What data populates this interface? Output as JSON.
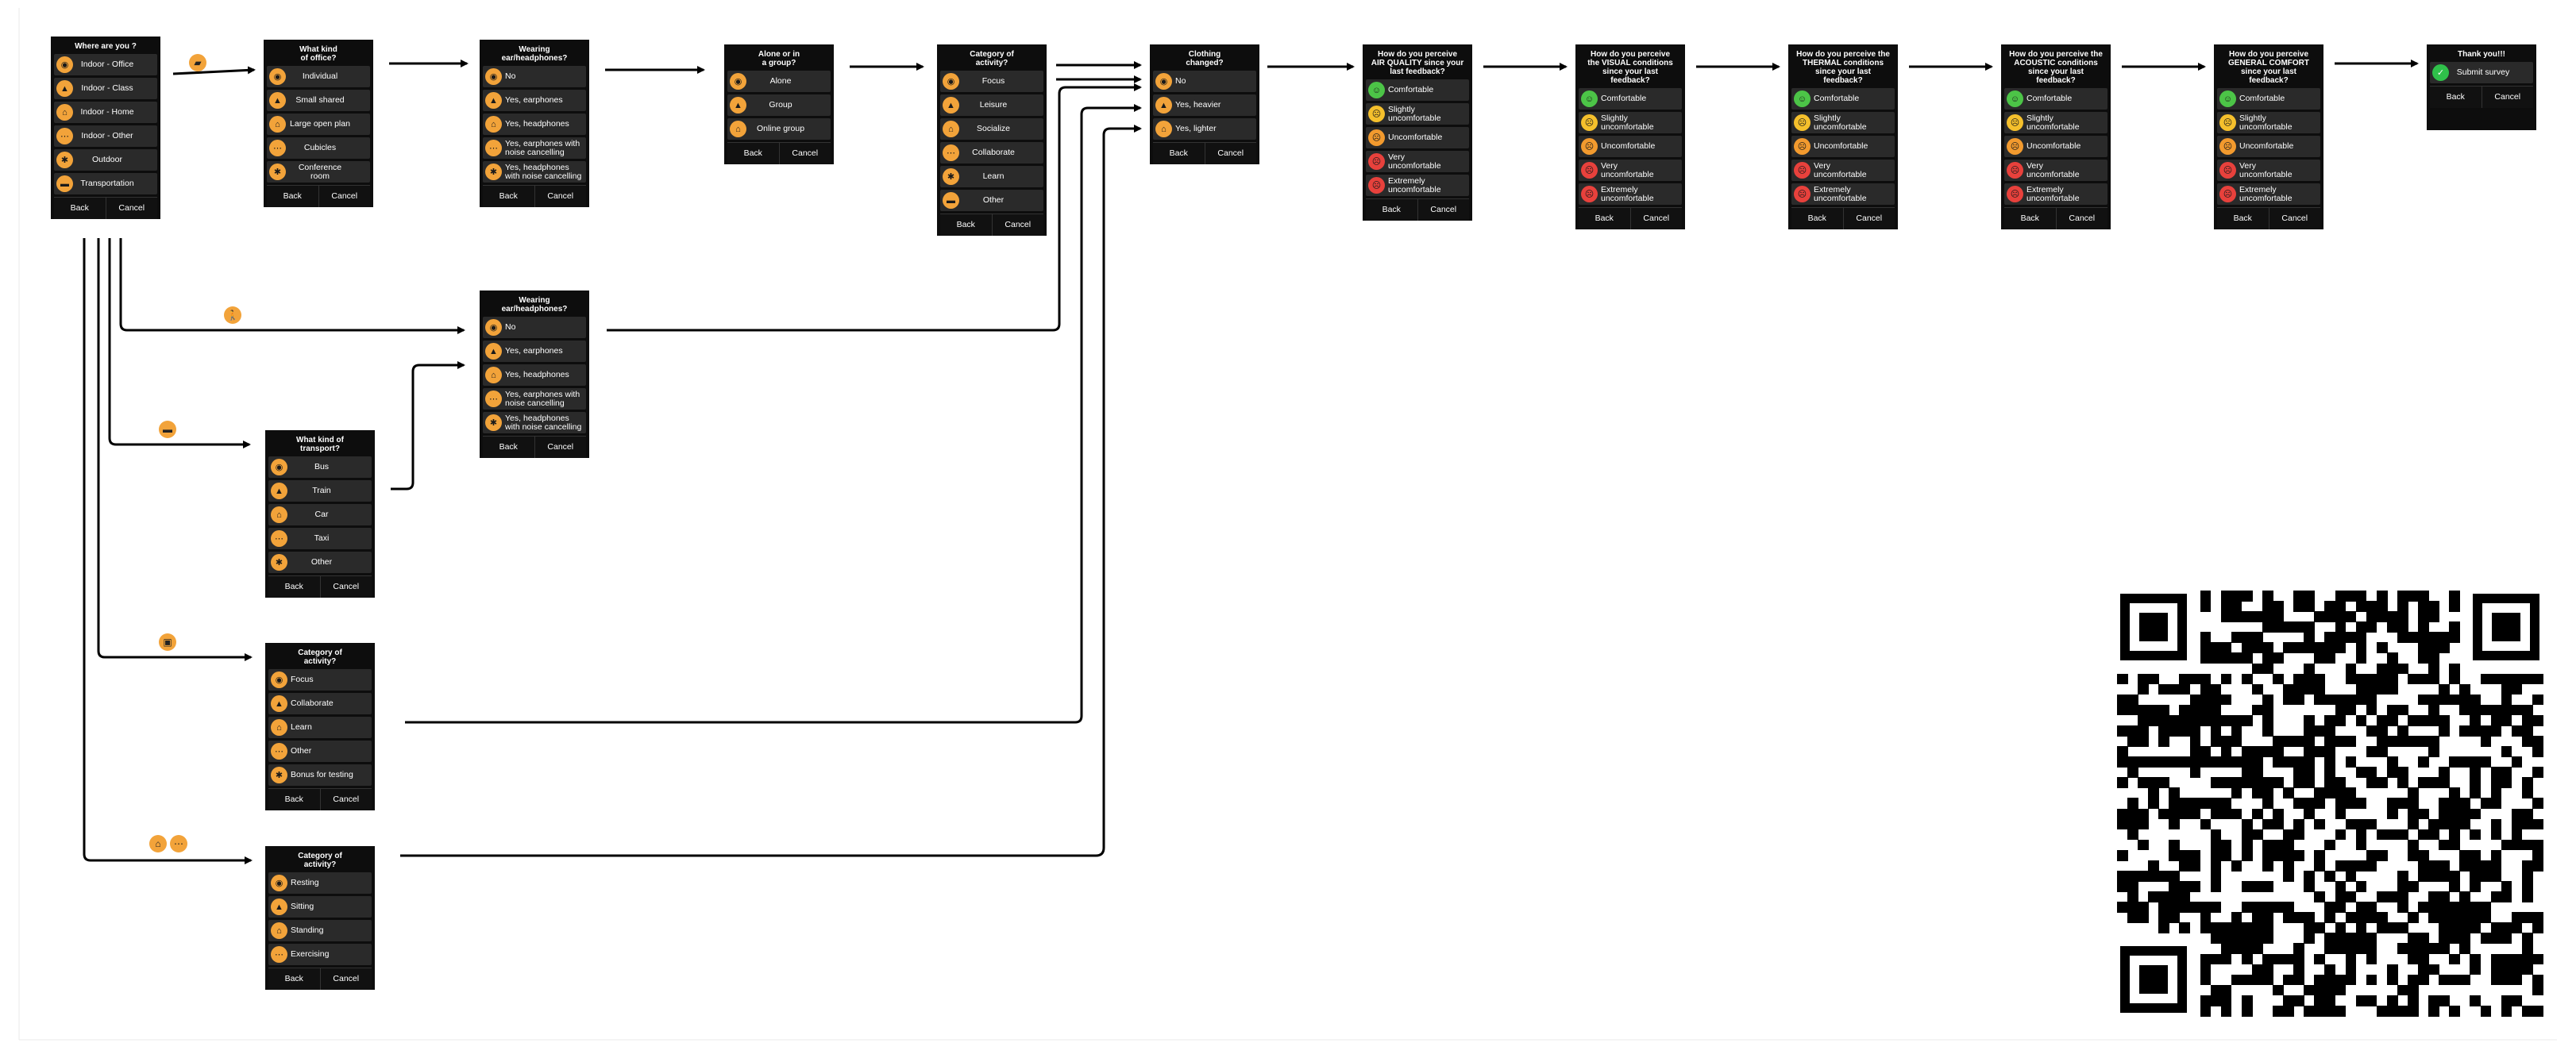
{
  "colors": {
    "icon_orange": "#f2a33a",
    "comfort_green": "#4cc447",
    "comfort_yellow": "#f5c02c",
    "comfort_orange": "#f29a2e",
    "comfort_red": "#e8413c",
    "check_green": "#2fc04a"
  },
  "common": {
    "back": "Back",
    "cancel": "Cancel"
  },
  "screens": {
    "where": {
      "title": "Where are you ?",
      "options": [
        "Indoor - Office",
        "Indoor - Class",
        "Indoor - Home",
        "Indoor - Other",
        "Outdoor",
        "Transportation"
      ],
      "icons": [
        "office-desk-icon",
        "classroom-icon",
        "home-icon",
        "ellipsis-icon",
        "walking-person-icon",
        "car-icon"
      ]
    },
    "office": {
      "title": "What kind\nof office?",
      "options": [
        "Individual",
        "Small shared",
        "Large open plan",
        "Cubicles",
        "Conference room"
      ]
    },
    "ear1": {
      "title": "Wearing ear/headphones?",
      "options": [
        "No",
        "Yes, earphones",
        "Yes, headphones",
        "Yes, earphones with\nnoise cancelling",
        "Yes, headphones\nwith noise cancelling"
      ]
    },
    "group": {
      "title": "Alone or in\na group?",
      "options": [
        "Alone",
        "Group",
        "Online group"
      ]
    },
    "activity1": {
      "title": "Category of\nactivity?",
      "options": [
        "Focus",
        "Leisure",
        "Socialize",
        "Collaborate",
        "Learn",
        "Other"
      ]
    },
    "clothing": {
      "title": "Clothing\nchanged?",
      "options": [
        "No",
        "Yes, heavier",
        "Yes, lighter"
      ]
    },
    "air": {
      "title": "How do you perceive\nAIR QUALITY since your\nlast feedback?"
    },
    "visual": {
      "title": "How do you perceive\nthe VISUAL conditions\nsince your last\nfeedback?"
    },
    "thermal": {
      "title": "How do you perceive the\nTHERMAL conditions\nsince your last\nfeedback?"
    },
    "acoustic": {
      "title": "How do you perceive the\nACOUSTIC conditions\nsince your last\nfeedback?"
    },
    "general": {
      "title": "How do you perceive\nGENERAL COMFORT\nsince your last\nfeedback?"
    },
    "thanks": {
      "title": "Thank you!!!",
      "submit": "Submit survey"
    },
    "ear2": {
      "title": "Wearing ear/headphones?",
      "options": [
        "No",
        "Yes, earphones",
        "Yes, headphones",
        "Yes, earphones with\nnoise cancelling",
        "Yes, headphones\nwith noise cancelling"
      ]
    },
    "transport": {
      "title": "What kind of\ntransport?",
      "options": [
        "Bus",
        "Train",
        "Car",
        "Taxi",
        "Other"
      ]
    },
    "activity_class": {
      "title": "Category of\nactivity?",
      "options": [
        "Focus",
        "Collaborate",
        "Learn",
        "Other",
        "Bonus for testing"
      ]
    },
    "activity_home": {
      "title": "Category of\nactivity?",
      "options": [
        "Resting",
        "Sitting",
        "Standing",
        "Exercising"
      ]
    }
  },
  "comfort_options": [
    "Comfortable",
    "Slightly\nuncomfortable",
    "Uncomfortable",
    "Very\nuncomfortable",
    "Extremely\nuncomfortable"
  ]
}
